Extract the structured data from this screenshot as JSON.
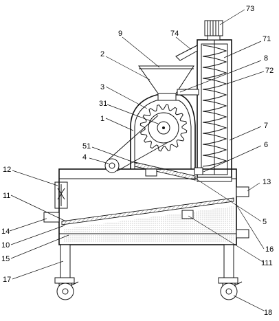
{
  "labels": [
    {
      "id": "73",
      "text": "73"
    },
    {
      "id": "9",
      "text": "9"
    },
    {
      "id": "74",
      "text": "74"
    },
    {
      "id": "71",
      "text": "71"
    },
    {
      "id": "2",
      "text": "2"
    },
    {
      "id": "8",
      "text": "8"
    },
    {
      "id": "72",
      "text": "72"
    },
    {
      "id": "3",
      "text": "3"
    },
    {
      "id": "31",
      "text": "31"
    },
    {
      "id": "1",
      "text": "1"
    },
    {
      "id": "7",
      "text": "7"
    },
    {
      "id": "51",
      "text": "51"
    },
    {
      "id": "6",
      "text": "6"
    },
    {
      "id": "4",
      "text": "4"
    },
    {
      "id": "12",
      "text": "12"
    },
    {
      "id": "13",
      "text": "13"
    },
    {
      "id": "11",
      "text": "11"
    },
    {
      "id": "5",
      "text": "5"
    },
    {
      "id": "14",
      "text": "14"
    },
    {
      "id": "10",
      "text": "10"
    },
    {
      "id": "16",
      "text": "16"
    },
    {
      "id": "15",
      "text": "15"
    },
    {
      "id": "111",
      "text": "111"
    },
    {
      "id": "17",
      "text": "17"
    },
    {
      "id": "18",
      "text": "18"
    }
  ]
}
